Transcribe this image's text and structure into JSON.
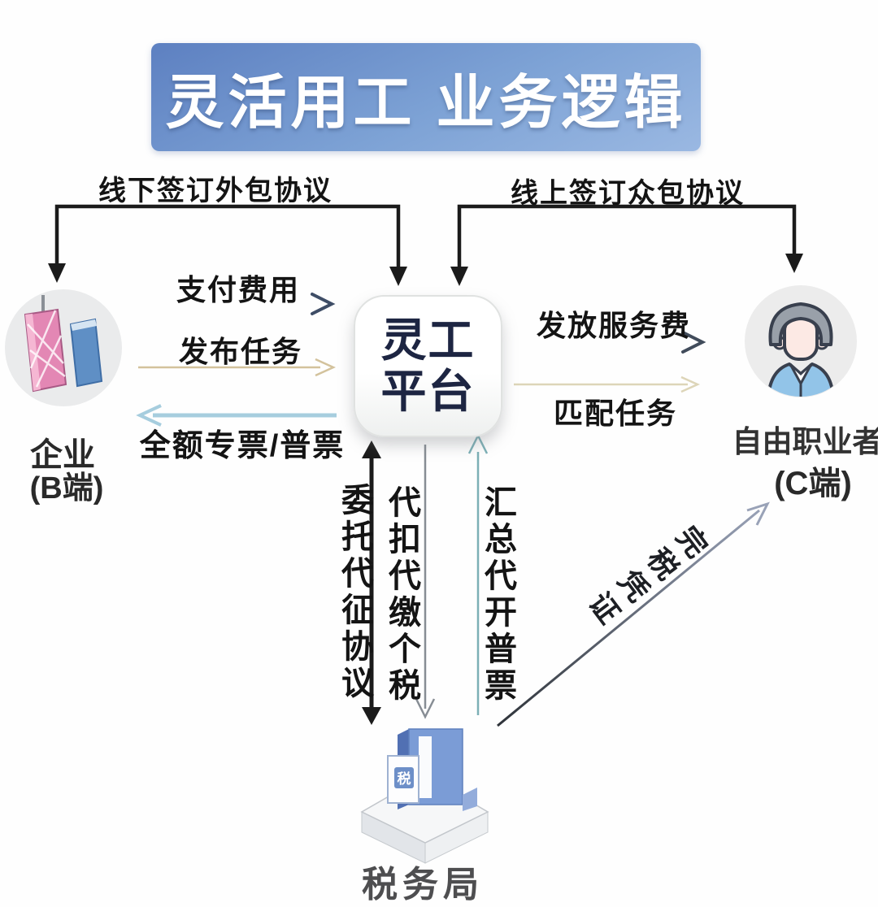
{
  "title": {
    "text": "灵活用工 业务逻辑"
  },
  "nodes": {
    "platform": {
      "line1": "灵工",
      "line2": "平台"
    },
    "enterprise": {
      "name": "企业",
      "tag": "(B端)"
    },
    "freelancer": {
      "name": "自由职业者",
      "tag": "(C端)"
    },
    "tax_bureau": {
      "name": "税务局",
      "icon_badge": "税"
    }
  },
  "edges": {
    "offline_outsourcing": {
      "label": "线下签订外包协议"
    },
    "online_crowdsourcing": {
      "label": "线上签订众包协议"
    },
    "pay_fee": {
      "label": "支付费用"
    },
    "publish_task": {
      "label": "发布任务"
    },
    "full_invoice": {
      "label": "全额专票/普票"
    },
    "pay_service_fee": {
      "label": "发放服务费"
    },
    "match_task": {
      "label": "匹配任务"
    },
    "entrusted_collection": {
      "label": "委托代征协议"
    },
    "withhold_tax": {
      "label": "代扣代缴个税"
    },
    "consolidated_invoice": {
      "label": "汇总代开普票"
    },
    "tax_certificate": {
      "label": "完税凭证"
    }
  },
  "colors": {
    "banner_start": "#5d80c1",
    "banner_end": "#9ab8e2",
    "arrow_black": "#1b1b1b",
    "pay_grad_light": "#8c99a9",
    "pay_grad_dark": "#3e4d66",
    "tan": "#d3c29c",
    "light_blue": "#a6cdde",
    "service_grad_light": "#97a1ad",
    "service_grad_dark": "#414c5b",
    "cream": "#ddd5b8",
    "gray": "#878d94",
    "teal": "#7cb0b6",
    "diag_dark": "#2e3339",
    "diag_light": "#99a2b7",
    "platform_text": "#1d2542"
  }
}
